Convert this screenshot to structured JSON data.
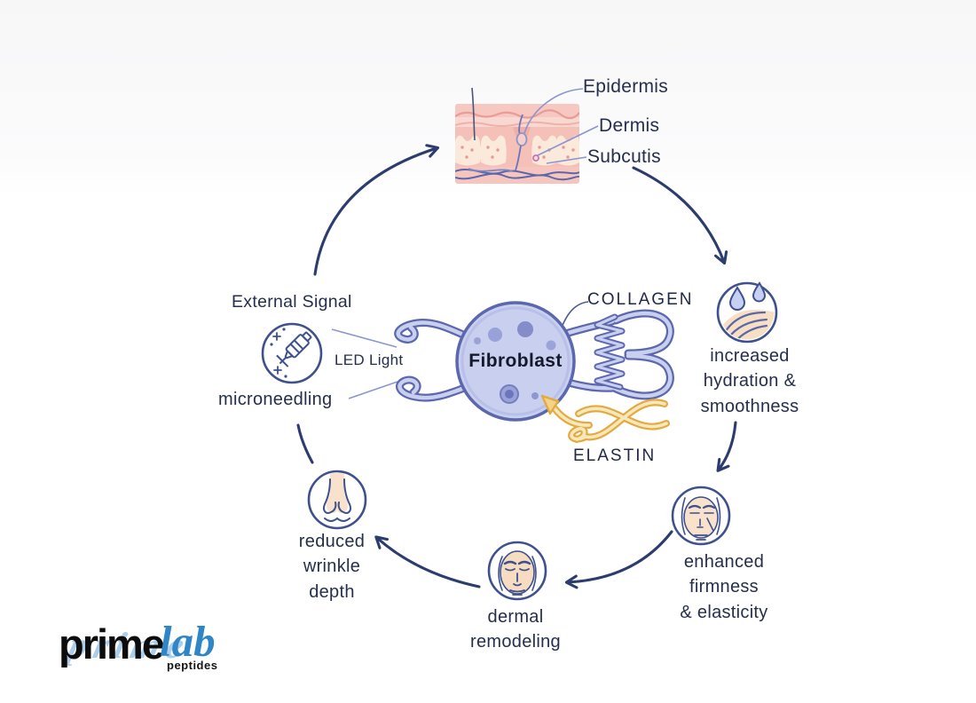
{
  "diagram": {
    "skin_section": {
      "epidermis": "Epidermis",
      "dermis": "Dermis",
      "subcutis": "Subcutis"
    },
    "fibroblast": {
      "label": "Fibroblast",
      "collagen": "COLLAGEN",
      "elastin": "ELASTIN"
    },
    "stimuli": {
      "external_signal": "External Signal",
      "led_light": "LED Light",
      "microneedling": "microneedling"
    },
    "outcomes": {
      "hydration": "increased\nhydration &\nsmoothness",
      "firmness": "enhanced\nfirmness\n& elasticity",
      "remodeling": "dermal\nremodeling",
      "wrinkle": "reduced\nwrinkle\ndepth"
    },
    "logo": {
      "prime": "prime",
      "lab": "lab",
      "peptides": "peptides"
    },
    "icons": {
      "microneedling": "microneedling-syringe-icon",
      "hydration": "hydration-droplets-icon",
      "firmness": "face-firmness-icon",
      "remodeling": "face-remodeling-icon",
      "wrinkle": "nose-wrinkle-icon"
    },
    "colors": {
      "arrow_navy": "#2b3c6d",
      "icon_outline": "#3e508e",
      "cell_fill": "#c9cfee",
      "cell_outline": "#5c68ad",
      "elastin_gold": "#e2ab41",
      "skin_pink": "#f4c0b7",
      "face_peach": "#f8e2cb",
      "logo_blue": "#2f86c7",
      "logo_black": "#0c0c0c"
    }
  }
}
